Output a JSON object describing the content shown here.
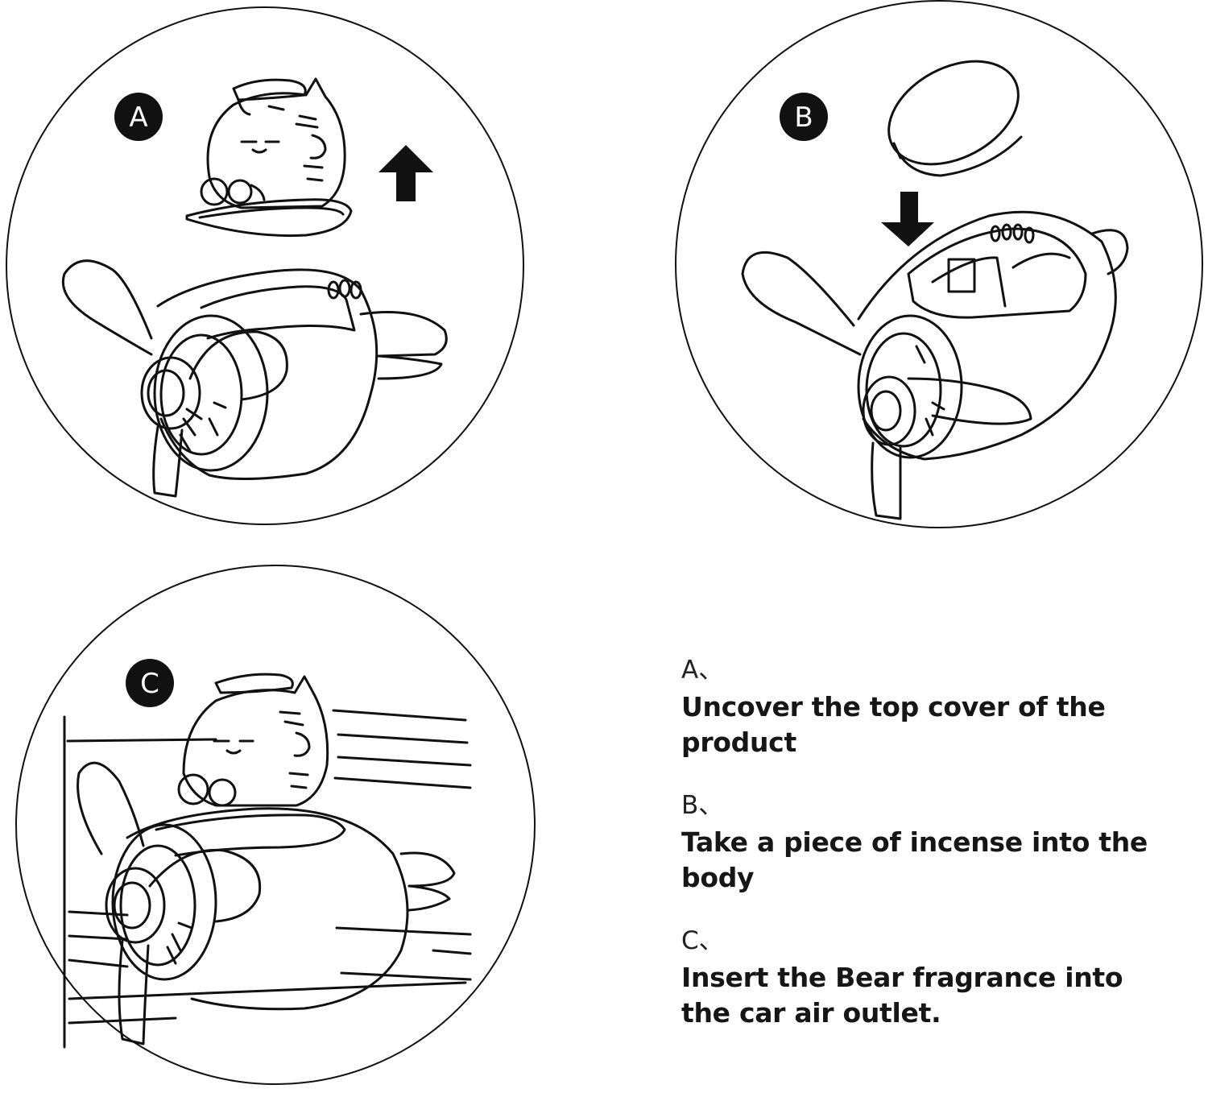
{
  "panels": [
    {
      "id": "A",
      "badge": "A",
      "arrow": "up-arrow-icon"
    },
    {
      "id": "B",
      "badge": "B",
      "arrow": "down-arrow-icon"
    },
    {
      "id": "C",
      "badge": "C"
    }
  ],
  "steps": [
    {
      "letter": "A、",
      "text": "Uncover the top cover of the product"
    },
    {
      "letter": "B、",
      "text": "Take a piece of incense into the body"
    },
    {
      "letter": "C、",
      "text": "Insert the Bear fragrance into",
      "text2": "the car air outlet."
    }
  ],
  "colors": {
    "ink": "#111111",
    "background": "#ffffff"
  }
}
